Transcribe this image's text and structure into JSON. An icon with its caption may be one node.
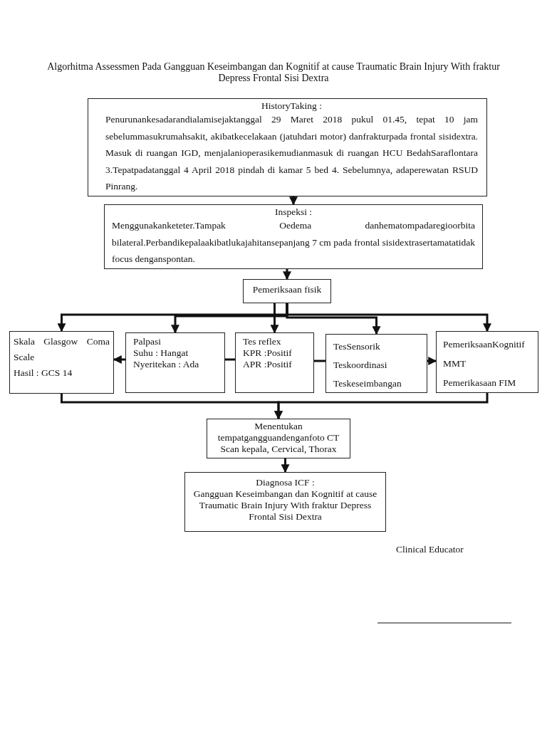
{
  "diagram": {
    "title": "Algorhitma Assessmen Pada Gangguan Keseimbangan dan Kognitif at cause Traumatic Brain Injury With fraktur Depress Frontal Sisi Dextra",
    "nodes": [
      {
        "text": [
          "HistoryTaking :",
          "Penurunankesadarandialamisejaktanggal 29 Maret 2018 pukul 01.45, tepat 10 jam sebelummasukrumahsakit, akibatkecelakaan (jatuhdari motor) danfrakturpada frontal sisidextra. Masuk di ruangan IGD, menjalanioperasikemudianmasuk di ruangan HCU BedahSaraflontara 3.Tepatpadatanggal 4 April 2018 pindah di kamar 5 bed 4. Sebelumnya, adaperewatan RSUD Pinrang."
        ]
      },
      {
        "text": [
          "Inspeksi :",
          "Menggunakanketeter.Tampak Oedema danhematompadaregioorbita bilateral.Perbandikepalaakibatlukajahitansepanjang 7 cm pada frontal sisidextrasertamatatidak focus denganspontan."
        ]
      },
      {
        "text": [
          "Pemeriksaan fisik"
        ]
      },
      {
        "text": [
          "Skala Glasgow Coma Scale",
          "Hasil : GCS 14"
        ]
      },
      {
        "text": [
          "Palpasi",
          "Suhu : Hangat",
          "Nyeritekan : Ada"
        ]
      },
      {
        "text": [
          "Tes reflex",
          "KPR :Positif",
          "APR :Positif"
        ]
      },
      {
        "text": [
          "TesSensorik",
          "Teskoordinasi",
          "Teskeseimbangan"
        ]
      },
      {
        "text": [
          "PemeriksaanKognitif",
          "MMT",
          "Pemerikasaan FIM"
        ]
      },
      {
        "text": [
          "Menentukan tempatgangguandenganfoto CT Scan kepala, Cervical, Thorax"
        ]
      },
      {
        "text": [
          "Diagnosa ICF :",
          "Gangguan Keseimbangan dan Kognitif at cause Traumatic Brain Injury With fraktur Depress Frontal Sisi Dextra"
        ]
      }
    ],
    "edges": [
      {
        "from": 0,
        "to": 1,
        "arrow": "to"
      },
      {
        "from": 1,
        "to": 2,
        "arrow": "to"
      },
      {
        "from": 2,
        "to": 3,
        "arrow": "to"
      },
      {
        "from": 2,
        "to": 4,
        "arrow": "to"
      },
      {
        "from": 2,
        "to": 5,
        "arrow": "to"
      },
      {
        "from": 2,
        "to": 6,
        "arrow": "to"
      },
      {
        "from": 2,
        "to": 7,
        "arrow": "to"
      },
      {
        "from": 4,
        "to": 3,
        "arrow": "to"
      },
      {
        "from": 4,
        "to": 5,
        "arrow": "none"
      },
      {
        "from": 5,
        "to": 6,
        "arrow": "none"
      },
      {
        "from": 6,
        "to": 7,
        "arrow": "to"
      },
      {
        "from": 3,
        "to": 8,
        "arrow": "to"
      },
      {
        "from": 7,
        "to": 8,
        "arrow": "to"
      },
      {
        "from": 8,
        "to": 9,
        "arrow": "to"
      }
    ],
    "labels": [
      "Clinical Educator"
    ]
  }
}
